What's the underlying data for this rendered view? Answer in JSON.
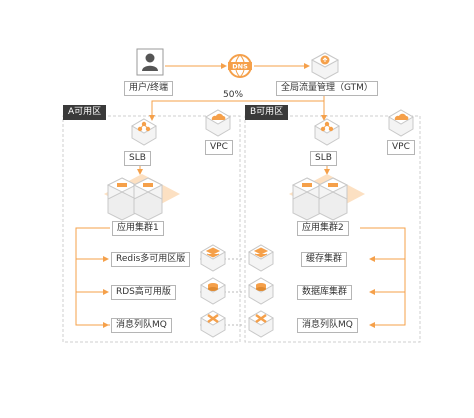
{
  "top": {
    "user_label": "用户/终端",
    "dns_text": "DNS",
    "gtm_label": "全局流量管理（GTM）",
    "split_percent": "50%"
  },
  "zone_a": {
    "tag": "A可用区",
    "slb": "SLB",
    "vpc": "VPC",
    "cluster": "应用集群1",
    "services": [
      "Redis多可用区版",
      "RDS高可用版",
      "消息列队MQ"
    ]
  },
  "zone_b": {
    "tag": "B可用区",
    "slb": "SLB",
    "vpc": "VPC",
    "cluster": "应用集群2",
    "services": [
      "缓存集群",
      "数据库集群",
      "消息列队MQ"
    ]
  },
  "colors": {
    "accent": "#f5a04a",
    "wire": "#f5a04a",
    "dash": "#cfcfcf",
    "tag_bg": "#3a3a3a"
  }
}
